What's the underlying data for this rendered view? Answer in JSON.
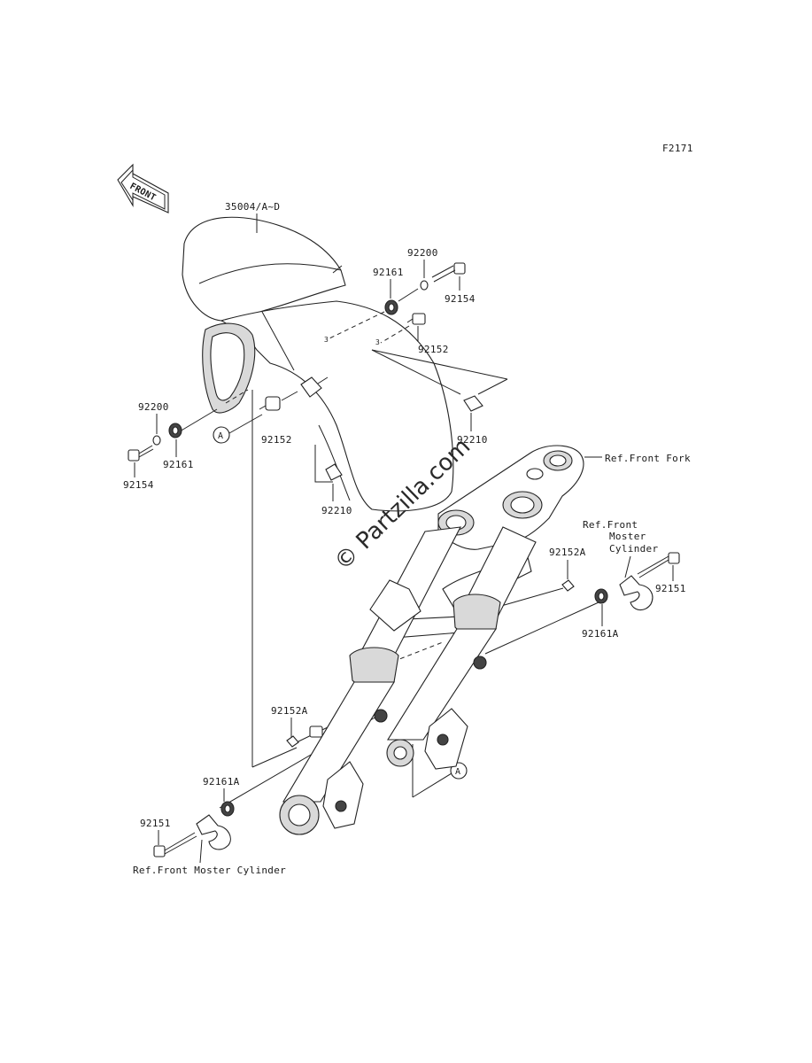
{
  "figure_code": "F2171",
  "front_arrow_text": "FRONT",
  "watermark": "© Partzilla.com",
  "callouts": {
    "fender": "35004/A~D",
    "washer_top": "92200",
    "collar_top": "92161",
    "bolt_top": "92154",
    "spacer_top": "92152",
    "nut_right": "92210",
    "washer_left": "92200",
    "collar_left": "92161",
    "bolt_left": "92154",
    "spacer_left": "92152",
    "nut_lower": "92210",
    "spacer_a_right": "92152A",
    "collar_a_right": "92161A",
    "bolt_right": "92151",
    "spacer_a_left": "92152A",
    "collar_a_left": "92161A",
    "bolt_lower_left": "92151"
  },
  "reference_labels": {
    "front_fork": "Ref.Front Fork",
    "master_cyl_right_1": "Ref.Front",
    "master_cyl_right_2": "Moster",
    "master_cyl_right_3": "Cylinder",
    "master_cyl_left": "Ref.Front Moster Cylinder"
  },
  "circle_markers": {
    "a_upper": "A",
    "a_lower": "A"
  }
}
